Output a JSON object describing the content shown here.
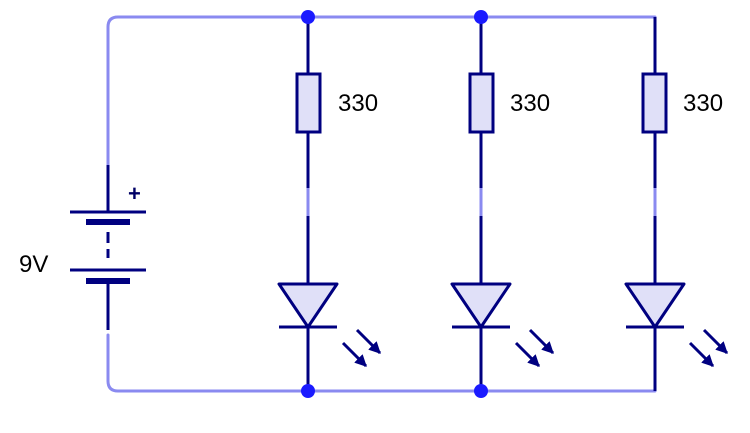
{
  "battery": {
    "label": "9V",
    "polarity_mark": "+"
  },
  "branches": [
    {
      "resistor_label": "330"
    },
    {
      "resistor_label": "330"
    },
    {
      "resistor_label": "330"
    }
  ],
  "colors": {
    "wire_light": "#8a8af0",
    "wire_dark": "#000080",
    "junction": "#1a1aff",
    "resistor_fill": "#e0e0f8",
    "component": "#000080"
  }
}
